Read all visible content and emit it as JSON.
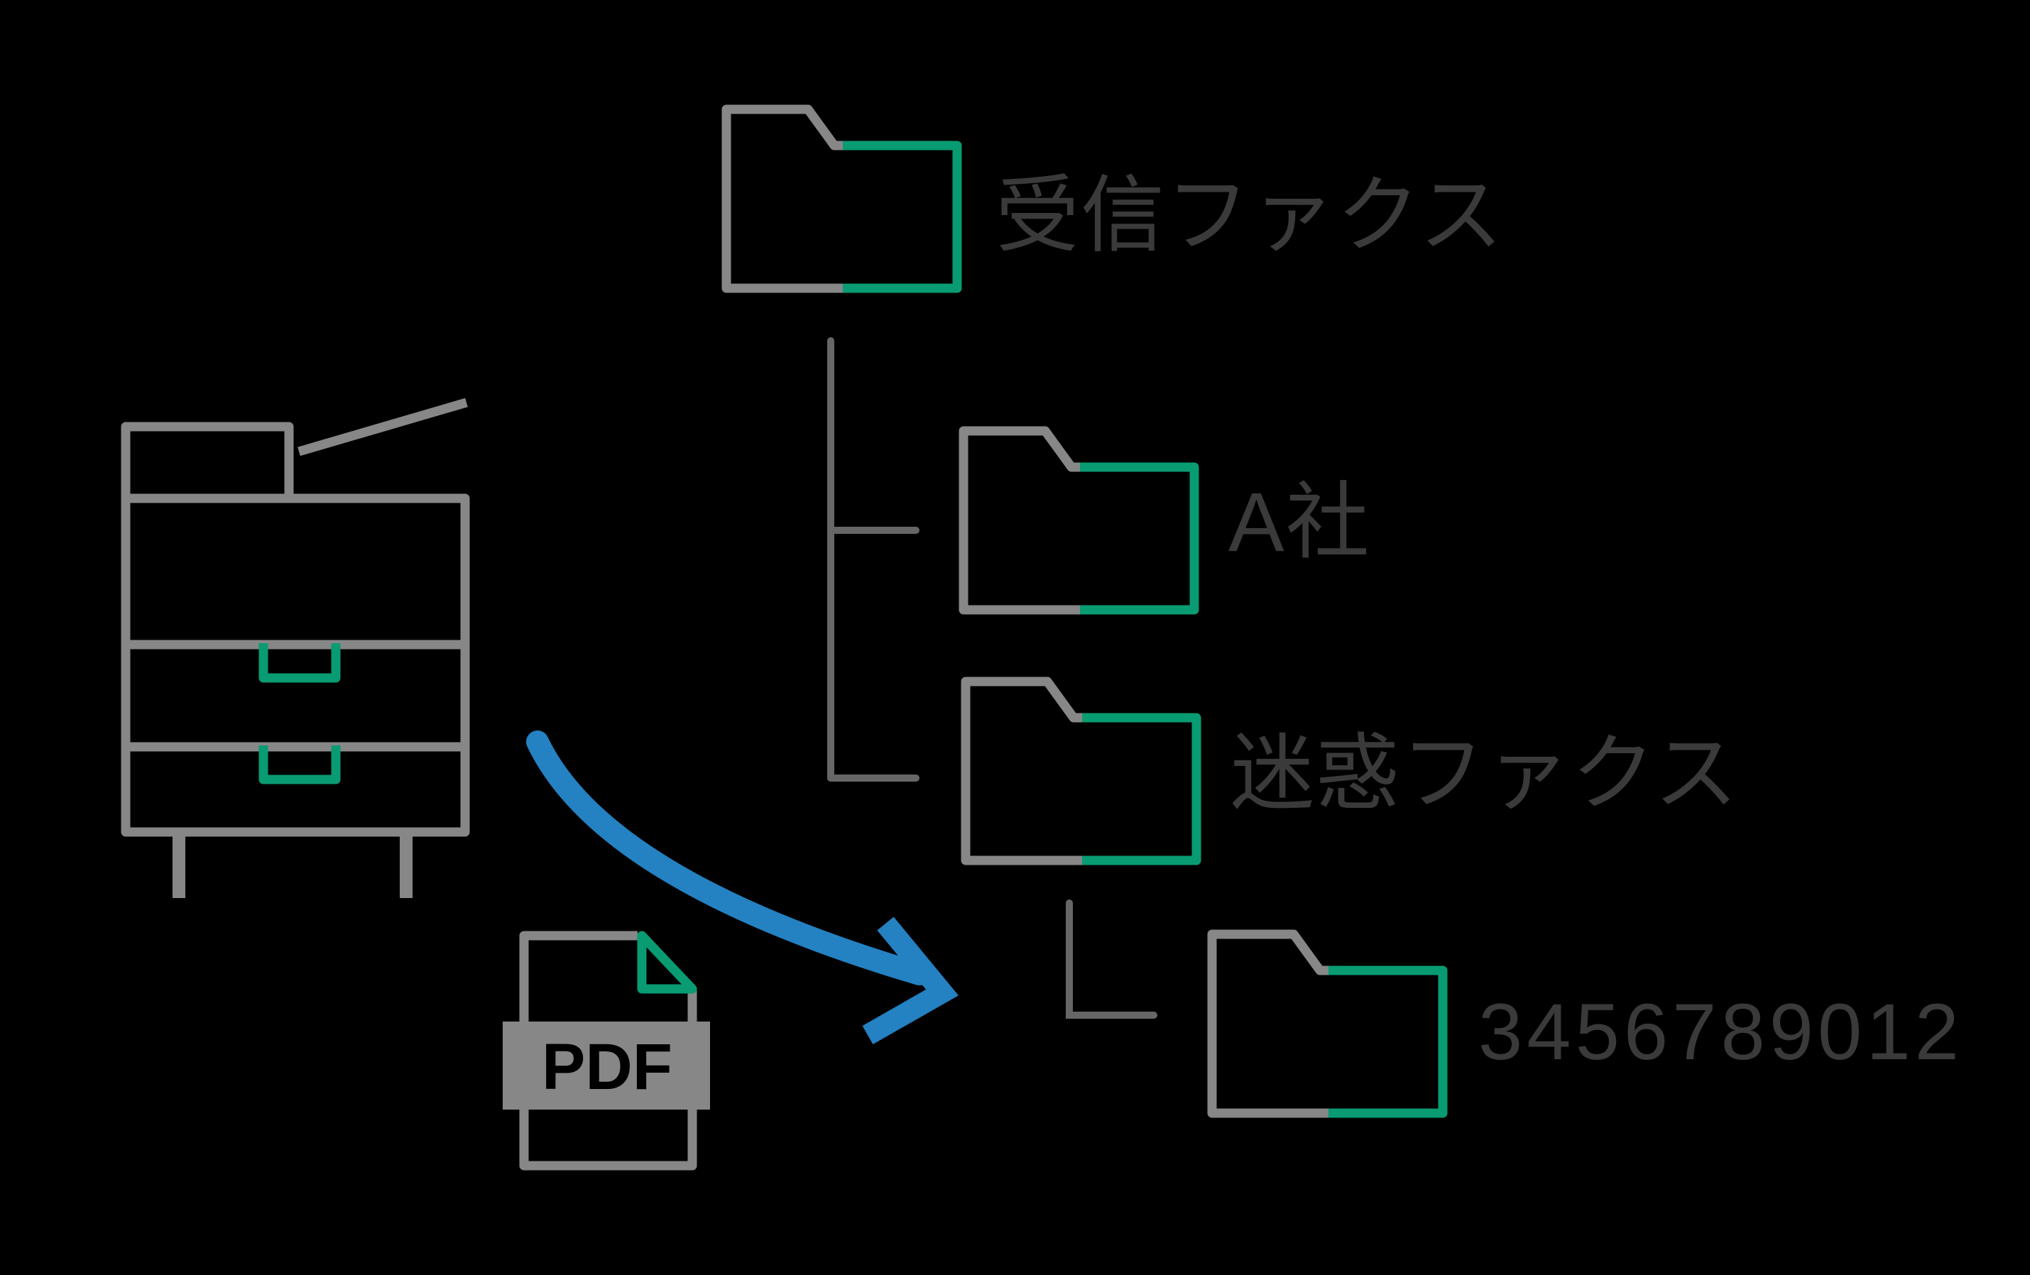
{
  "canvas": {
    "background": "#000000"
  },
  "palette": {
    "gray": "#878787",
    "line": "#666666",
    "green": "#099b72",
    "blue": "#2481c2",
    "text": "#3a3a3a"
  },
  "pdf_icon": {
    "label": "PDF"
  },
  "tree": {
    "root": {
      "label": "受信ファクス"
    },
    "children": [
      {
        "label": "A社"
      },
      {
        "label": "迷惑ファクス",
        "children": [
          {
            "label": "3456789012"
          }
        ]
      }
    ]
  }
}
